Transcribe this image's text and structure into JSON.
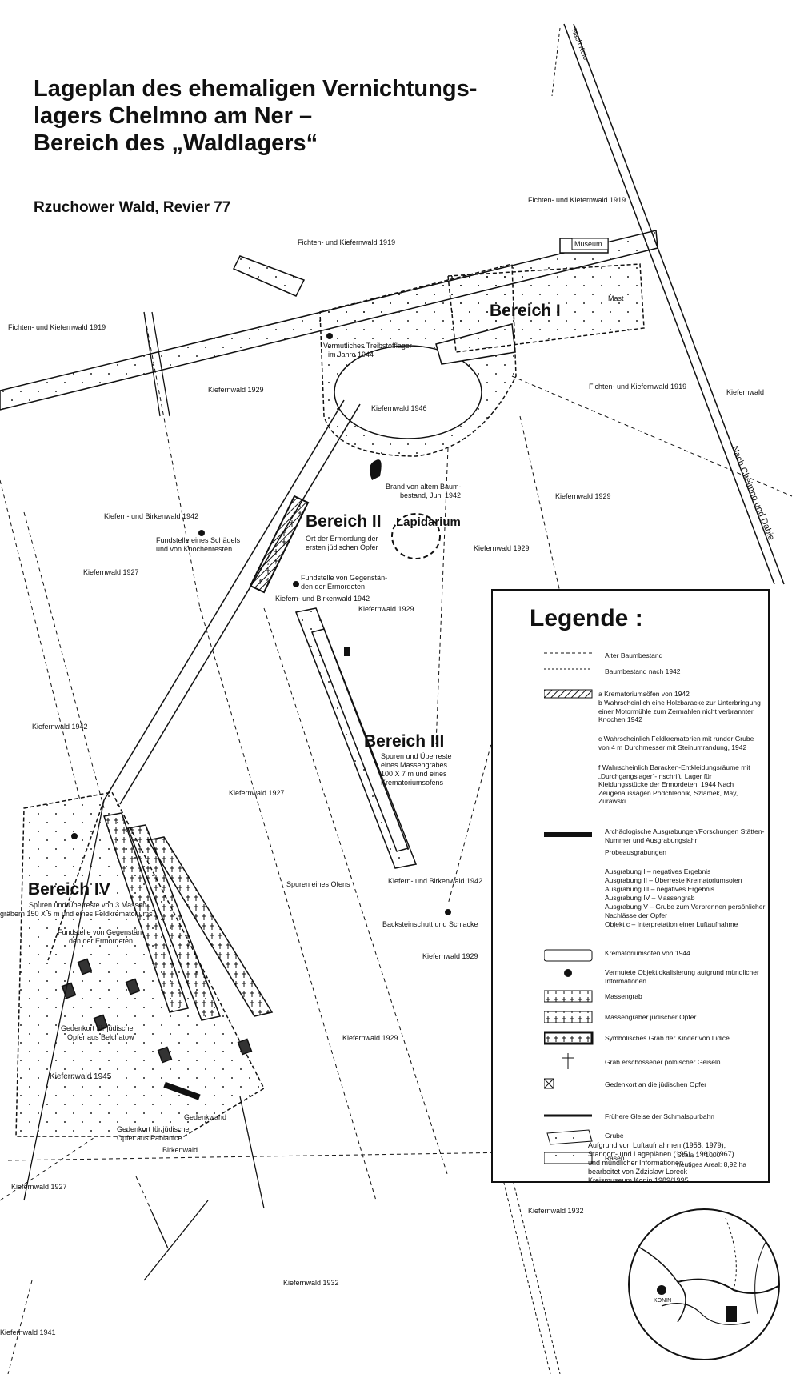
{
  "title": {
    "line1": "Lageplan des ehemaligen Vernichtungs-",
    "line2": "lagers Chelmno am Ner –",
    "line3": "Bereich des „Waldlagers“",
    "subtitle": "Rzuchower Wald, Revier 77"
  },
  "areas": {
    "b1": "Bereich I",
    "b2": "Bereich II",
    "b3": "Bereich III",
    "b4": "Bereich IV",
    "lapidarium": "Lapidarium"
  },
  "roads": {
    "kolo": "Nach Kolo",
    "chelmno": "Nach Chelmno und Dabie"
  },
  "forest": {
    "fk1919a": "Fichten- und Kiefernwald 1919",
    "fk1919b": "Fichten- und Kiefernwald 1919",
    "fk1919c": "Fichten- und Kiefernwald 1919",
    "fk1919d": "Fichten- und Kiefernwald 1919",
    "kw": "Kiefernwald",
    "k1929a": "Kiefernwald 1929",
    "k1946": "Kiefernwald 1946",
    "k1929b": "Kiefernwald 1929",
    "kb1942a": "Kiefern- und Birkenwald 1942",
    "k1927a": "Kiefernwald 1927",
    "k1929c": "Kiefernwald 1929",
    "kb1942b": "Kiefern- und Birkenwald 1942",
    "k1929d": "Kiefernwald 1929",
    "k1942": "Kiefernwald 1942",
    "k1927b": "Kiefernwald 1927",
    "kb1942c": "Kiefern- und Birkenwald 1942",
    "k1929e": "Kiefernwald 1929",
    "k1929f": "Kiefernwald 1929",
    "k1945": "Kiefernwald 1945",
    "k1927c": "Kiefernwald 1927",
    "k1932a": "Kiefernwald 1932",
    "k1932b": "Kiefernwald 1932",
    "k1941": "Kiefernwald 1941",
    "birken": "Birkenwald"
  },
  "notes": {
    "museum": "Museum",
    "mast": "Mast",
    "treib1": "Vermutliches Treibstofflager",
    "treib2": "im Jahre 1944",
    "brand1": "Brand von altem Baum-",
    "brand2": "bestand, Juni 1942",
    "schaedel1": "Fundstelle eines Schädels",
    "schaedel2": "und von Knochenresten",
    "ermord1": "Ort der Ermordung der",
    "ermord2": "ersten jüdischen Opfer",
    "gegen1": "Fundstelle von Gegenstän-",
    "gegen2": "den der Ermordeten",
    "spuren3a": "Spuren und Überreste",
    "spuren3b": "eines Massengrabes",
    "spuren3c": "100 X 7 m und eines",
    "spuren3d": "Krematoriumsofens",
    "spurenofen": "Spuren eines Ofens",
    "back": "Backsteinschutt und Schlacke",
    "spuren4a": "Spuren und Überreste von 3 Massen-",
    "spuren4b": "gräbern 150 X 5 m und eines Feldkrematoriums",
    "gegen4a": "Fundstelle von Gegenstän-",
    "gegen4b": "den der Ermordeten",
    "bel1": "Gedenkort für jüdische",
    "bel2": "Opfer aus Belchatow",
    "wand": "Gedenkwand",
    "pab1": "Gedenkort für jüdische",
    "pab2": "Opfer aus Pabianice"
  },
  "legend": {
    "title": "Legende :",
    "alter": "Alter Baumbestand",
    "nach1942": "Baumbestand nach 1942",
    "krema_a": "a Krematoriumsöfen von 1942",
    "krema_b": "b Wahrscheinlich eine Holzbaracke zur Unterbringung einer Motormühle zum Zermahlen nicht verbrannter Knochen 1942",
    "krema_c": "c Wahrscheinlich Feldkrematorien mit runder Grube von 4 m Durchmesser mit Steinumrandung, 1942",
    "krema_f": "f Wahrscheinlich Baracken-Entkleidungsräume mit „Durchgangslager“-Inschrift, Lager für Kleidungsstücke der Ermordeten, 1944 Nach Zeugenaussagen Podchlebnik, Szlamek, May, Zurawski",
    "arch": "Archäologische Ausgrabungen/Forschungen Stätten-Nummer und Ausgrabungsjahr",
    "probe": "Probeausgrabungen",
    "aus1": "Ausgrabung I – negatives Ergebnis",
    "aus2": "Ausgrabung II – Überreste Krematoriumsofen",
    "aus3": "Ausgrabung III – negatives Ergebnis",
    "aus4": "Ausgrabung IV – Massengrab",
    "aus5": "Ausgrabung V – Grube zum Verbrennen persönlicher Nachlässe der Opfer",
    "objc": "Objekt c – Interpretation einer Luftaufnahme",
    "krema1944": "Krematoriumsofen von 1944",
    "vermutet": "Vermutete Objektlokalisierung aufgrund mündlicher Informationen",
    "massengrab": "Massengrab",
    "massengraeber": "Massengräber jüdischer Opfer",
    "lidice": "Symbolisches Grab der Kinder von Lidice",
    "geiseln": "Grab erschossener polnischer Geiseln",
    "gedenkort": "Gedenkort an die jüdischen Opfer",
    "gleise": "Frühere Gleise der Schmalspurbahn",
    "grube": "Grube",
    "rasen": "Rasen",
    "scala": "Scala 1 : 1000",
    "areal": "heutiges Areal: 8,92 ha",
    "source1": "Aufgrund von Luftaufnahmen (1958, 1979),",
    "source2": "Standort- und Lageplänen (1951, 1961, 1967)",
    "source3": "und mündlicher Informationen",
    "source4": "bearbeitet von Zdzislaw Loreck",
    "source5": "Kreismuseum Konin 1989/1995"
  },
  "inset": {
    "town": "KONIN"
  }
}
